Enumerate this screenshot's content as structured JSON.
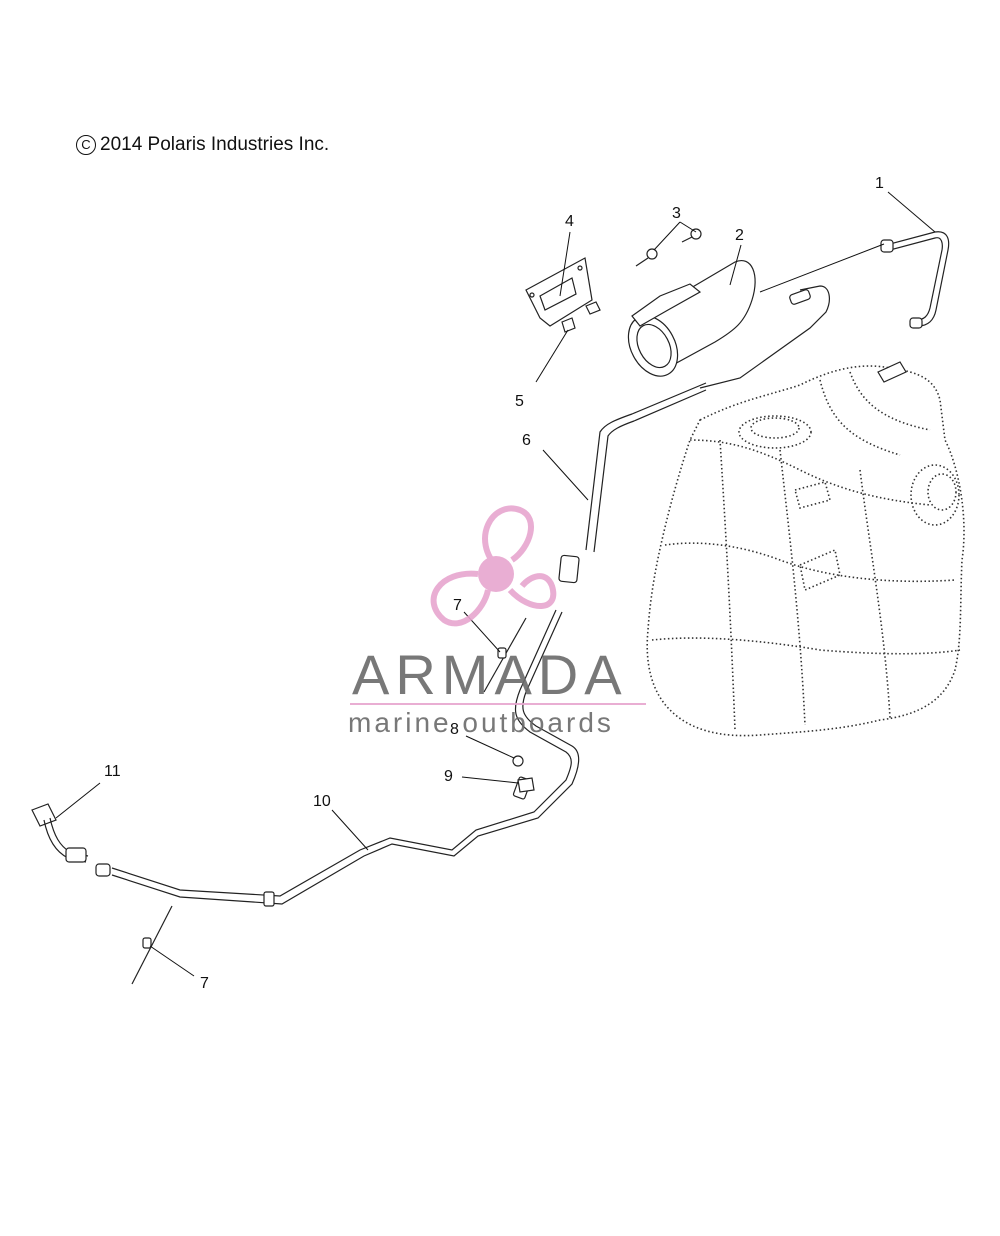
{
  "copyright": {
    "symbol": "C",
    "text": "2014 Polaris Industries Inc."
  },
  "callouts": [
    "1",
    "2",
    "3",
    "4",
    "5",
    "6",
    "7",
    "7",
    "8",
    "9",
    "10",
    "11"
  ],
  "watermark": {
    "title": "ARMADA",
    "subtitle": "marine outboards",
    "logo_color": "#e7a6cf",
    "text_color": "#6a6a6a"
  }
}
